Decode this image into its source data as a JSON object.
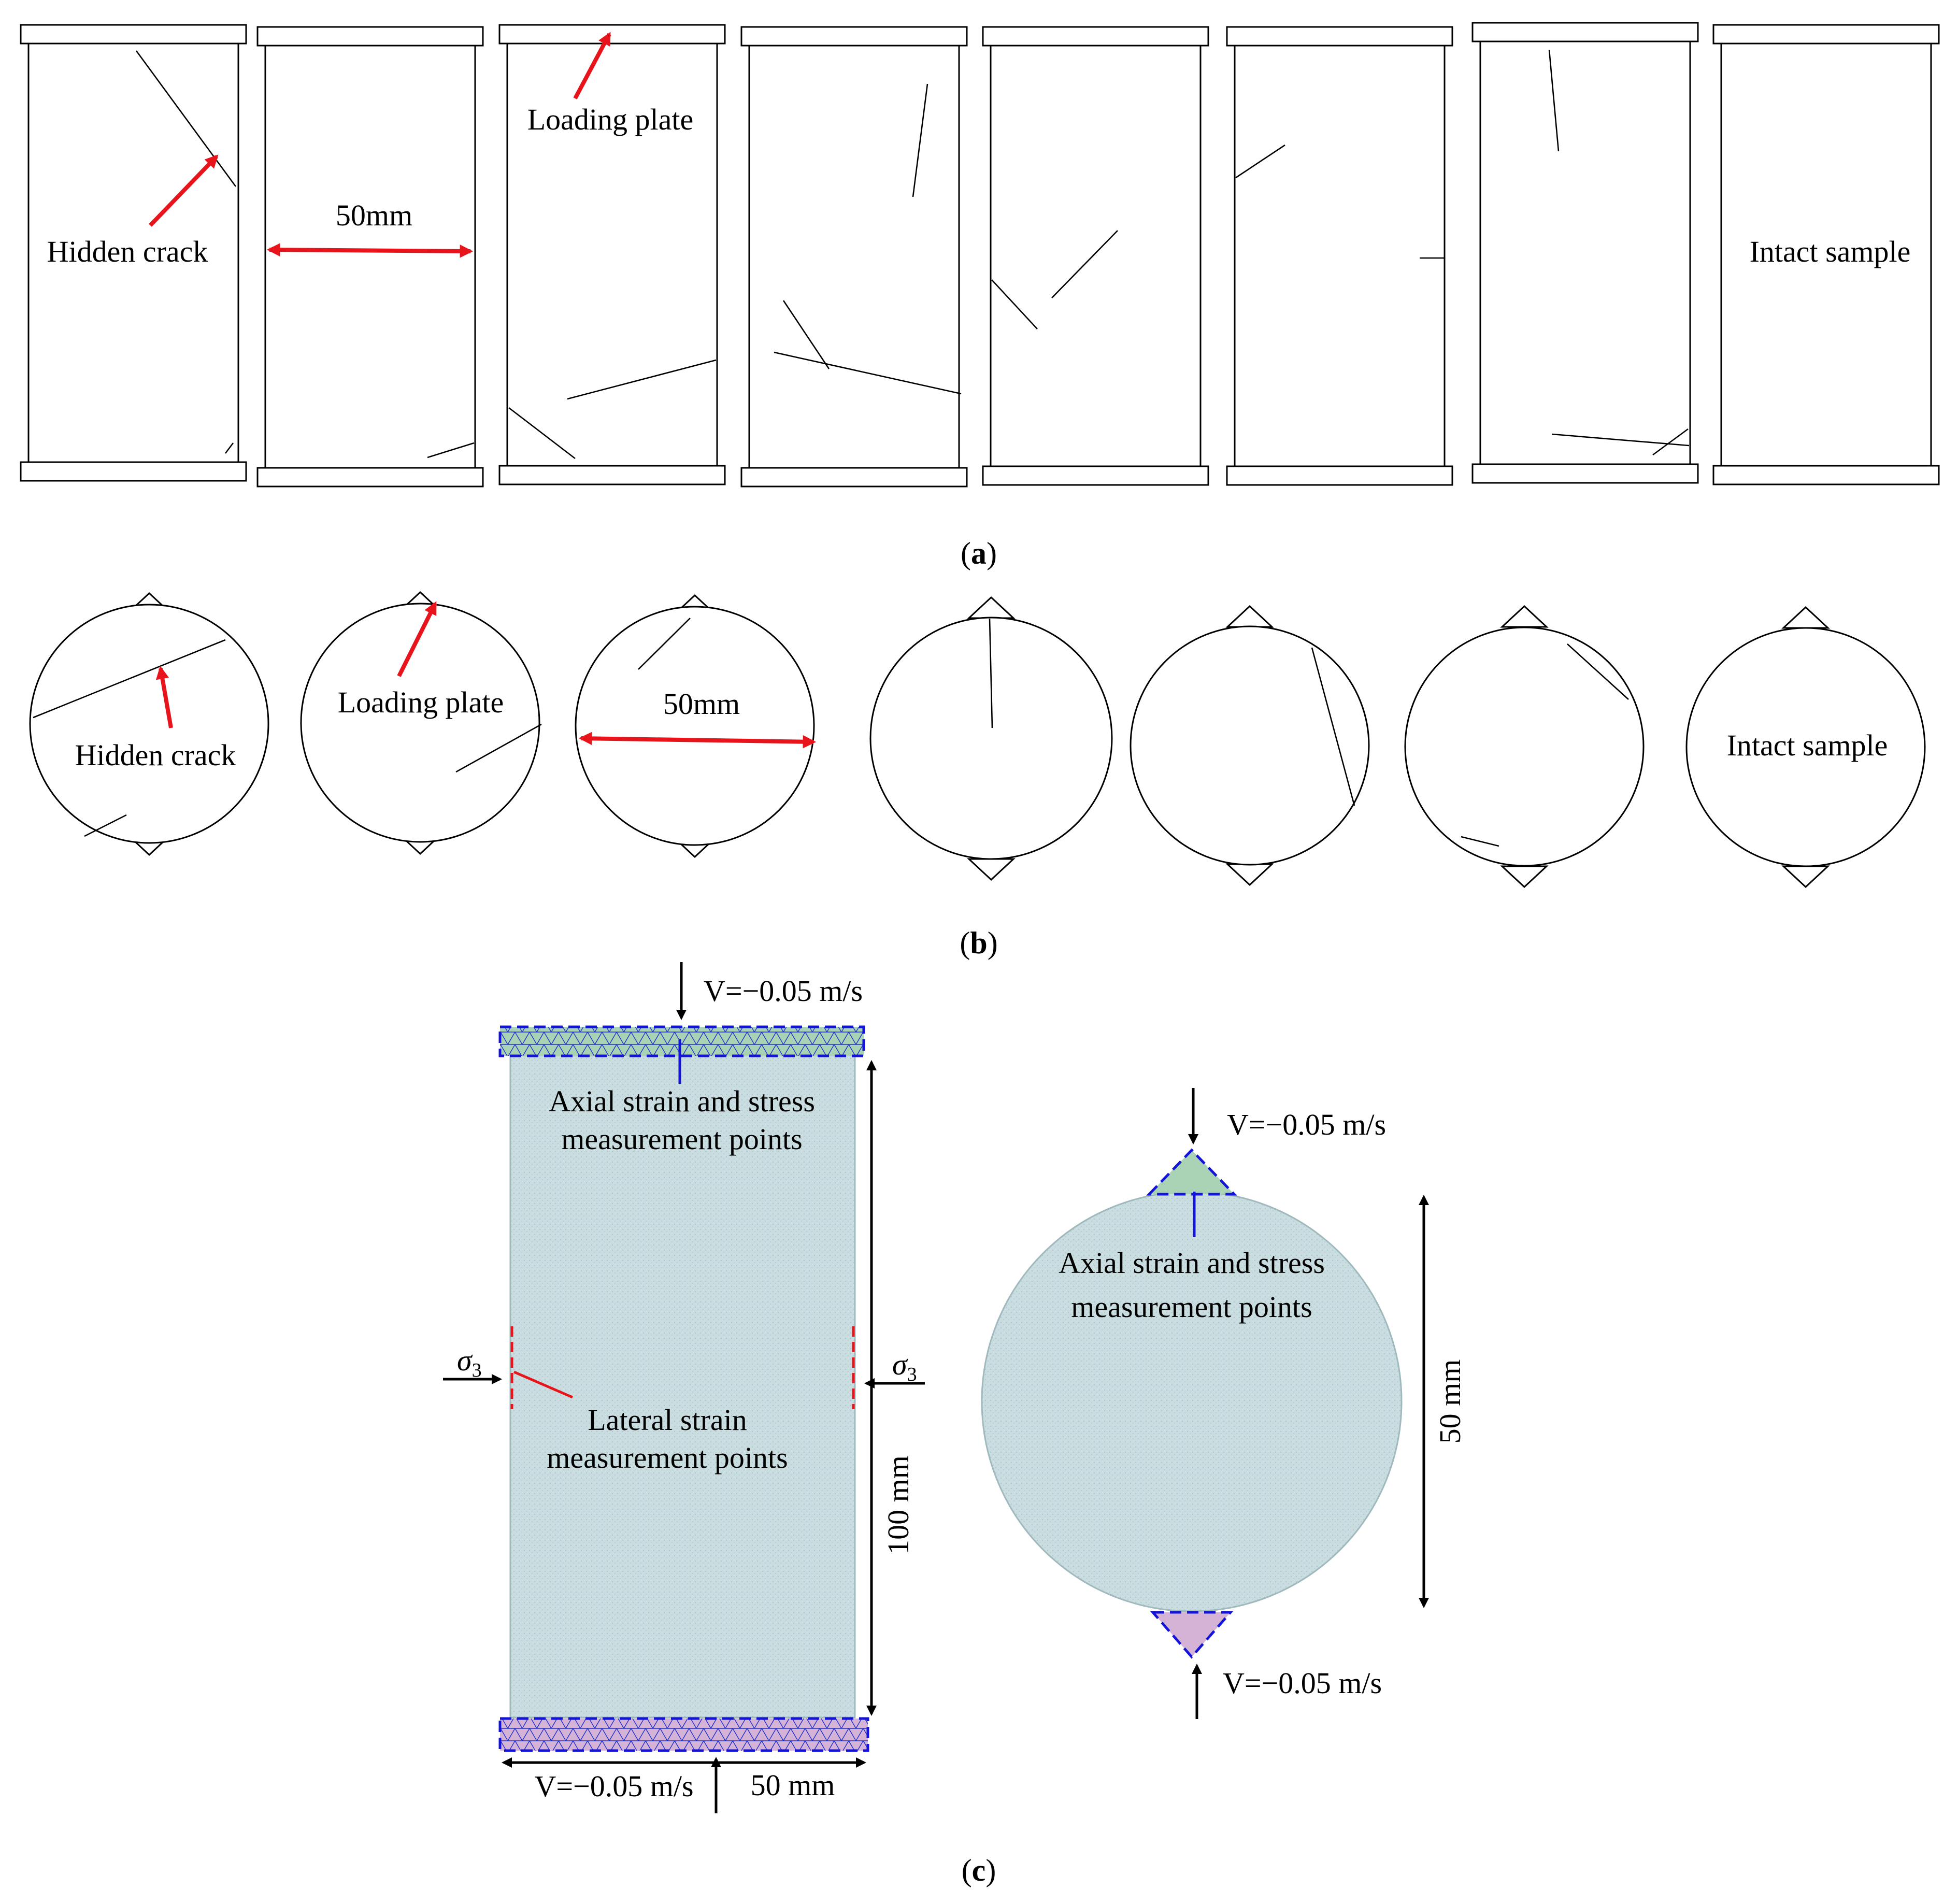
{
  "panel_a": {
    "caption_letter": "a",
    "labels": {
      "hidden_crack": "Hidden crack",
      "width": "50mm",
      "loading_plate": "Loading plate",
      "intact": "Intact sample"
    },
    "sample_count": 8
  },
  "panel_b": {
    "caption_letter": "b",
    "labels": {
      "hidden_crack": "Hidden crack",
      "loading_plate": "Loading plate",
      "diameter": "50mm",
      "intact": "Intact sample"
    },
    "sample_count": 7
  },
  "panel_c": {
    "caption_letter": "c",
    "rect_model": {
      "top_velocity": "V=−0.05 m/s",
      "bottom_velocity": "V=−0.05 m/s",
      "axial_points_line1": "Axial strain and stress",
      "axial_points_line2": "measurement points",
      "lateral_points_line1": "Lateral strain",
      "lateral_points_line2": "measurement points",
      "sigma": "σ",
      "sigma_sub": "3",
      "height": "100 mm",
      "width": "50 mm"
    },
    "disc_model": {
      "top_velocity": "V=−0.05 m/s",
      "bottom_velocity": "V=−0.05 m/s",
      "axial_points_line1": "Axial strain and stress",
      "axial_points_line2": "measurement points",
      "diameter": "50 mm"
    }
  },
  "colors": {
    "arrow_red": "#e8141b",
    "dash_blue": "#1414d8",
    "model_fill": "#c9dde0",
    "top_plate_fill": "#a9d3b4",
    "bottom_plate_fill": "#d4b3d6"
  }
}
